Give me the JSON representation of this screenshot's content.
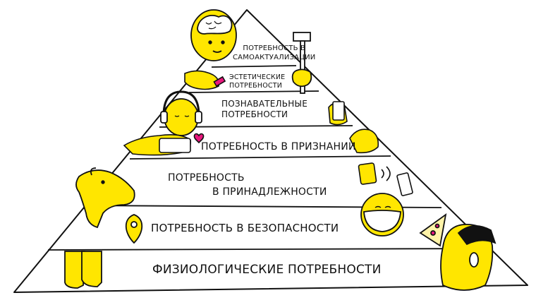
{
  "pyramid": {
    "levels": [
      {
        "lines": [
          "ПОТРЕБНОСТЬ В",
          "САМОАКТУАЛИЗАЦИИ"
        ]
      },
      {
        "lines": [
          "ЭСТЕТИЧЕСКИЕ",
          "ПОТРЕБНОСТИ"
        ]
      },
      {
        "lines": [
          "ПОЗНАВАТЕЛЬНЫЕ",
          "ПОТРЕБНОСТИ"
        ]
      },
      {
        "lines": [
          "ПОТРЕБНОСТЬ В ПРИЗНАНИИ"
        ]
      },
      {
        "lines": [
          "ПОТРЕБНОСТЬ",
          "В ПРИНАДЛЕЖНОСТИ"
        ]
      },
      {
        "lines": [
          "ПОТРЕБНОСТЬ В БЕЗОПАСНОСТИ"
        ]
      },
      {
        "lines": [
          "ФИЗИОЛОГИЧЕСКИЕ ПОТРЕБНОСТИ"
        ]
      }
    ]
  },
  "colors": {
    "accent": "#ffe600",
    "ink": "#111111",
    "pink": "#e8177d",
    "paper": "#ffffff"
  },
  "icons": [
    "brain-head-icon",
    "hammer-icon",
    "lipstick-icon",
    "headphones-face-icon",
    "phone-icon",
    "heart-icon",
    "thumbs-up-icon",
    "dog-icon",
    "ringing-phone-icon",
    "mask-face-icon",
    "location-pin-icon",
    "legs-icon",
    "pizza-icon",
    "screaming-girl-icon"
  ]
}
